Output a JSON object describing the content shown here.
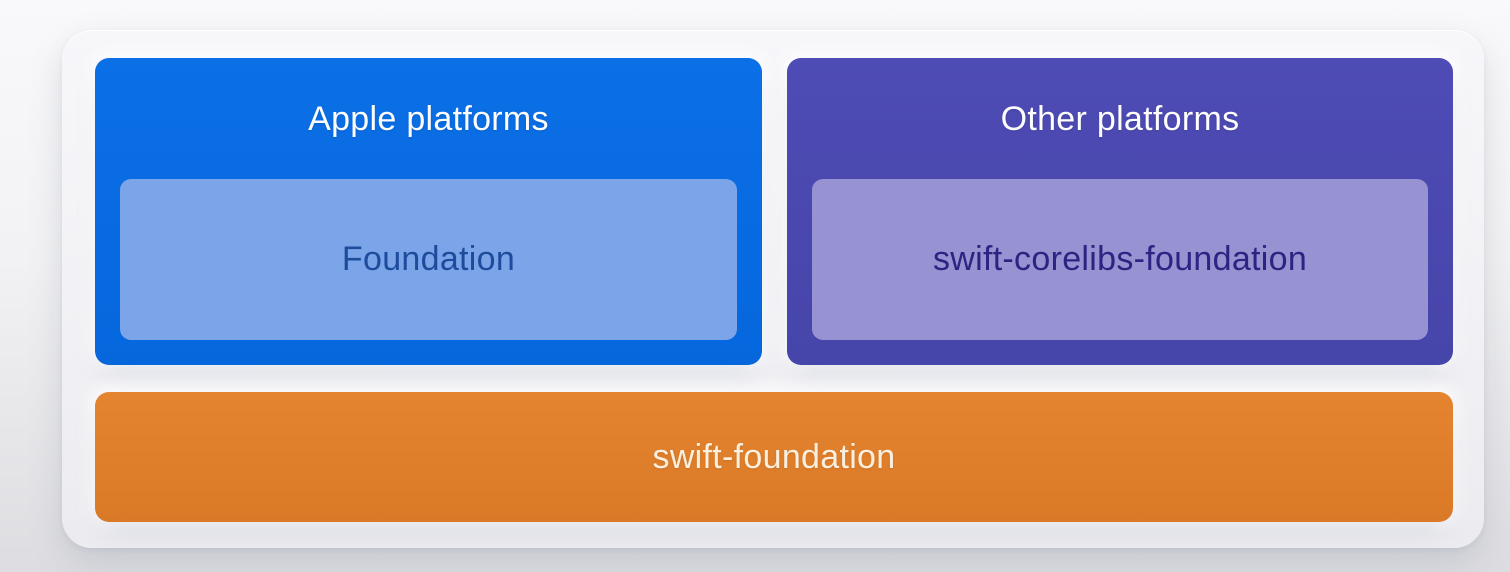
{
  "diagram": {
    "panel_bg": "#f1f1f5",
    "page_bg_top": "#f9f9fb",
    "page_bg_bottom": "#dddde1",
    "groups": [
      {
        "id": "apple-platforms",
        "label": "Apple platforms",
        "bg": "#0868df",
        "label_color": "#fdfdfe",
        "child": {
          "label": "Foundation",
          "bg": "#7ba5e8",
          "label_color": "#1e4c9c"
        }
      },
      {
        "id": "other-platforms",
        "label": "Other platforms",
        "bg": "#4a49b0",
        "label_color": "#fdfdfe",
        "child": {
          "label": "swift-corelibs-foundation",
          "bg": "#9792d1",
          "label_color": "#2b2483"
        }
      }
    ],
    "base": {
      "label": "swift-foundation",
      "bg": "#e0802c",
      "label_color": "#f8efdf"
    }
  }
}
